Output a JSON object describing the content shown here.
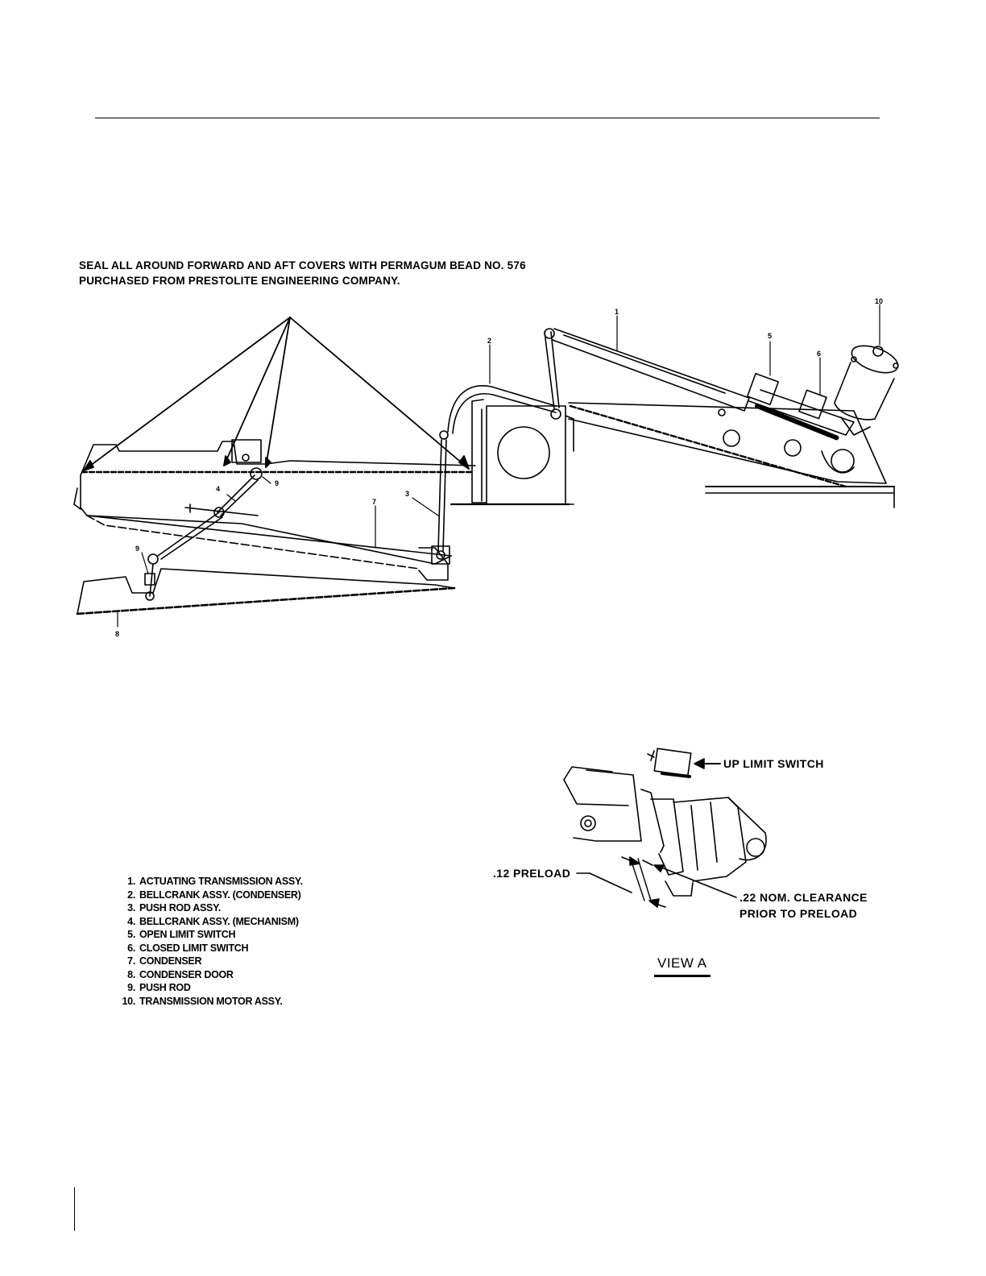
{
  "note": {
    "line1": "SEAL ALL AROUND FORWARD AND AFT COVERS WITH PERMAGUM BEAD NO. 576",
    "line2": "PURCHASED FROM PRESTOLITE ENGINEERING COMPANY."
  },
  "index_labels": {
    "l1": "1",
    "l2": "2",
    "l3": "3",
    "l4": "4",
    "l5": "5",
    "l6": "6",
    "l7": "7",
    "l8": "8",
    "l9a": "9",
    "l9b": "9",
    "l10": "10"
  },
  "legend": [
    {
      "num": "1.",
      "text": "ACTUATING TRANSMISSION ASSY."
    },
    {
      "num": "2.",
      "text": "BELLCRANK ASSY. (CONDENSER)"
    },
    {
      "num": "3.",
      "text": "PUSH ROD ASSY."
    },
    {
      "num": "4.",
      "text": "BELLCRANK ASSY. (MECHANISM)"
    },
    {
      "num": "5.",
      "text": "OPEN LIMIT SWITCH"
    },
    {
      "num": "6.",
      "text": "CLOSED LIMIT SWITCH"
    },
    {
      "num": "7.",
      "text": "CONDENSER"
    },
    {
      "num": "8.",
      "text": "CONDENSER DOOR"
    },
    {
      "num": "9.",
      "text": "PUSH ROD"
    },
    {
      "num": "10.",
      "text": "TRANSMISSION MOTOR ASSY."
    }
  ],
  "view_a": {
    "up_limit_switch": "UP LIMIT SWITCH",
    "preload": ".12 PRELOAD",
    "clearance_line1": ".22 NOM. CLEARANCE",
    "clearance_line2": "PRIOR TO PRELOAD",
    "title": "VIEW A"
  }
}
